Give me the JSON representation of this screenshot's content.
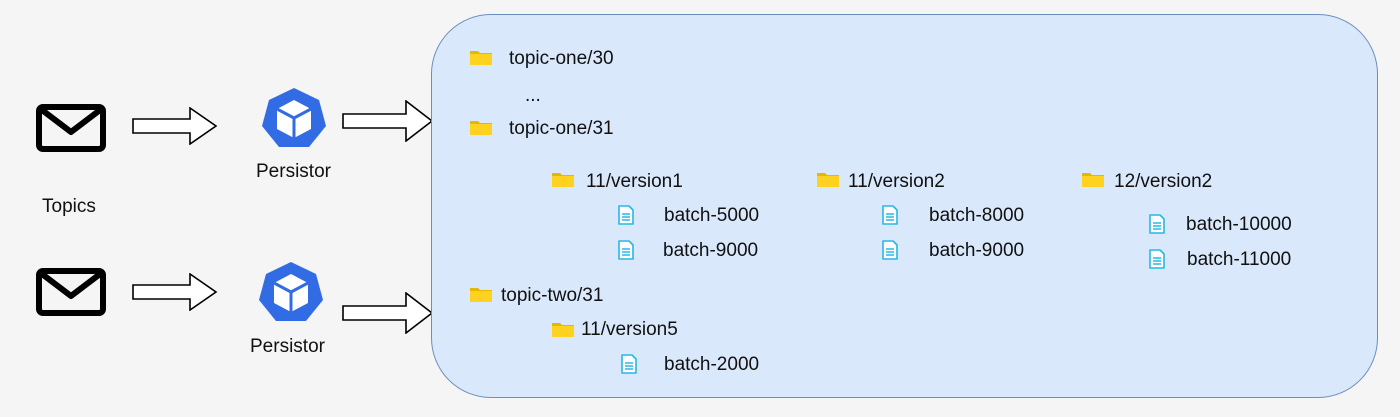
{
  "producers": {
    "topics_label": "Topics",
    "persistor_top_label": "Persistor",
    "persistor_bottom_label": "Persistor"
  },
  "storage": {
    "topic_one_30": "topic-one/30",
    "ellipsis": "...",
    "topic_one_31": "topic-one/31",
    "v1": {
      "label": "11/version1",
      "batches": [
        "batch-5000",
        "batch-9000"
      ]
    },
    "v2": {
      "label": "11/version2",
      "batches": [
        "batch-8000",
        "batch-9000"
      ]
    },
    "v3": {
      "label": "12/version2",
      "batches": [
        "batch-10000",
        "batch-11000"
      ]
    },
    "topic_two_31": "topic-two/31",
    "v5": {
      "label": "11/version5",
      "batches": [
        "batch-2000"
      ]
    }
  },
  "colors": {
    "storage_fill": "#dae8fc",
    "storage_border": "#6c8ebf",
    "folder": "#ffd21f",
    "doc": "#27b7e6",
    "k8s_blue": "#326ce5"
  },
  "icons": {
    "message": "envelope-icon",
    "persistor": "kubernetes-cube-icon",
    "folder": "folder-icon",
    "file": "document-icon"
  }
}
